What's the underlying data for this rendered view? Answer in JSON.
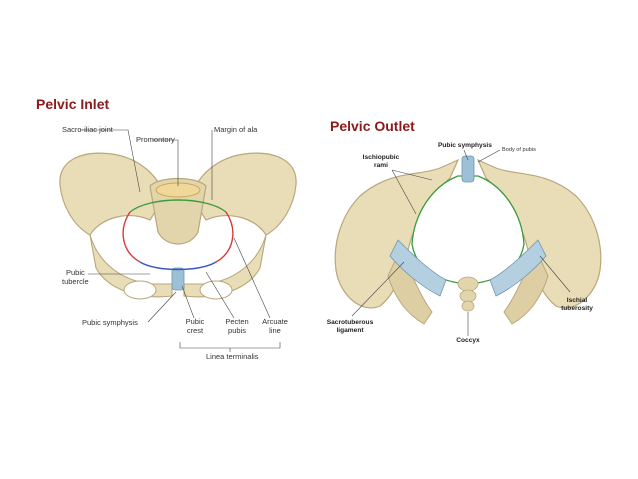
{
  "inlet": {
    "title": "Pelvic Inlet",
    "labels": {
      "sacroiliac_joint": "Sacro-iliac joint",
      "promontory": "Promontory",
      "margin_of_ala": "Margin of ala",
      "pubic_tubercle_1": "Pubic",
      "pubic_tubercle_2": "tubercle",
      "pubic_symphysis": "Pubic symphysis",
      "pubic_crest_1": "Pubic",
      "pubic_crest_2": "crest",
      "pecten_pubis_1": "Pecten",
      "pecten_pubis_2": "pubis",
      "arcuate_line_1": "Arcuate",
      "arcuate_line_2": "line",
      "linea_terminalis": "Linea terminalis"
    }
  },
  "outlet": {
    "title": "Pelvic Outlet",
    "labels": {
      "pubic_symphysis": "Pubic symphysis",
      "body_of_pubis": "Body of pubis",
      "ischiopubic_rami_1": "Ischiopubic",
      "ischiopubic_rami_2": "rami",
      "ischial_tuberosity_1": "Ischial",
      "ischial_tuberosity_2": "tuberosity",
      "sacrotuberous_ligament_1": "Sacrotuberous",
      "sacrotuberous_ligament_2": "ligament",
      "coccyx": "Coccyx"
    }
  },
  "colors": {
    "title": "#8b1a1a",
    "bone": "#e9ddb8",
    "bone_shadow": "#b9a77c",
    "cartilage": "#9cc0d6",
    "pubic_arc": "#d63a3a",
    "sacral_line": "#3a9a3a",
    "pecten_line": "#3a55c8"
  }
}
